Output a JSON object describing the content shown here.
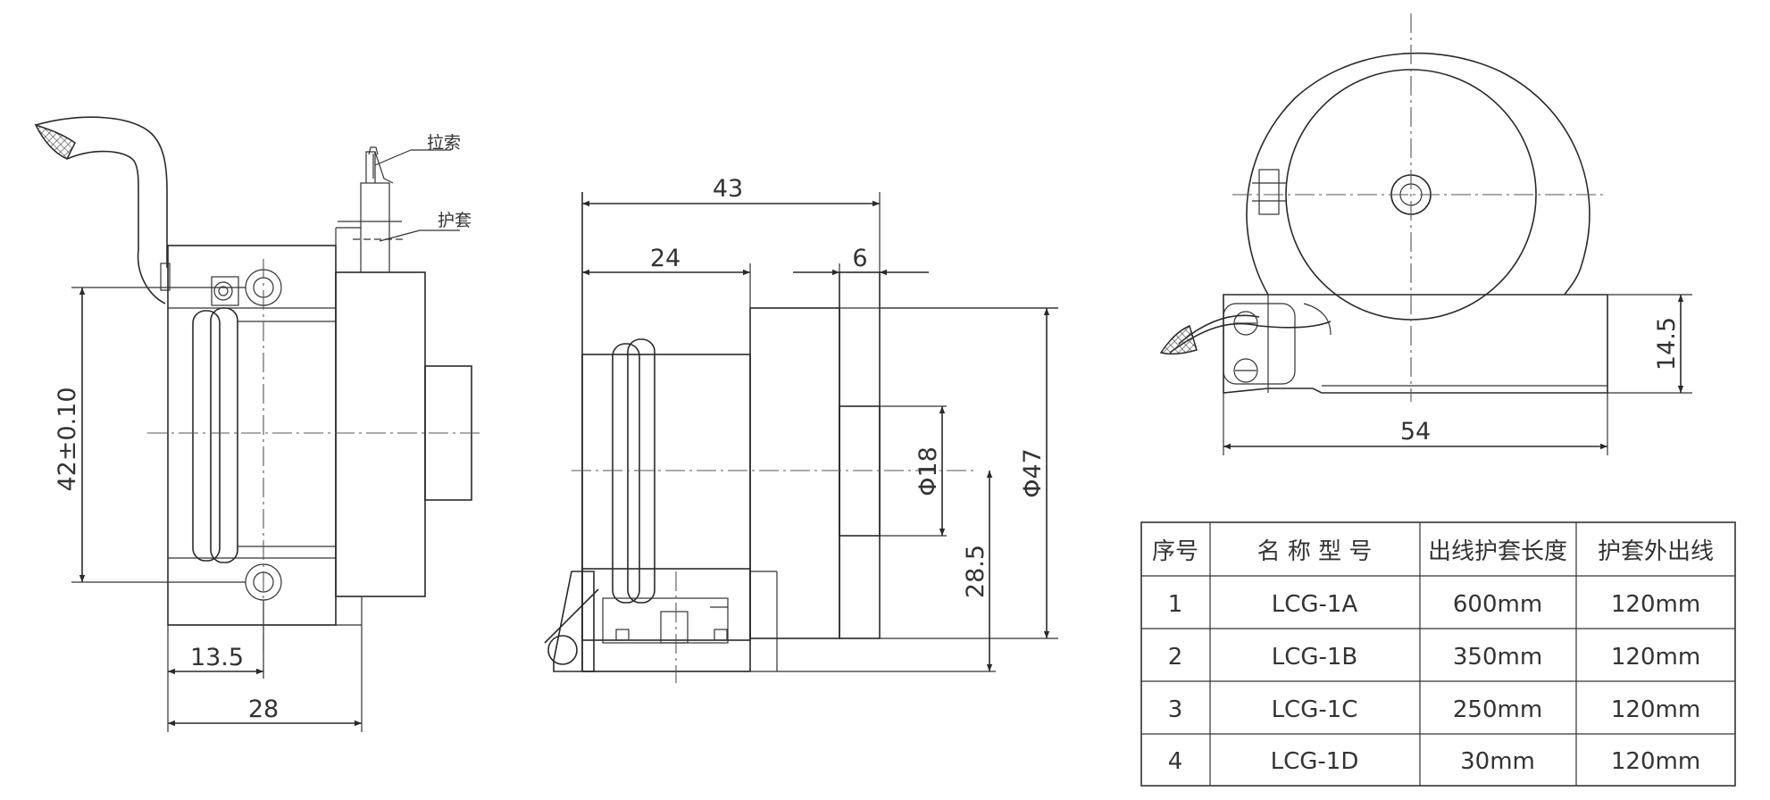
{
  "side_view": {
    "label_cable": "拉索",
    "label_sheath": "护套",
    "dim_height": "42±0.10",
    "dim_offset": "13.5",
    "dim_width": "28"
  },
  "section_view": {
    "dim_total": "43",
    "dim_front": "24",
    "dim_flange": "6",
    "dim_hub": "Φ18",
    "dim_body": "Φ47",
    "dim_center": "28.5"
  },
  "front_view": {
    "dim_base_height": "14.5",
    "dim_base_width": "54"
  },
  "table": {
    "headers": [
      "序号",
      "名 称 型 号",
      "出线护套长度",
      "护套外出线"
    ],
    "rows": [
      [
        "1",
        "LCG-1A",
        "600mm",
        "120mm"
      ],
      [
        "2",
        "LCG-1B",
        "350mm",
        "120mm"
      ],
      [
        "3",
        "LCG-1C",
        "250mm",
        "120mm"
      ],
      [
        "4",
        "LCG-1D",
        "30mm",
        "120mm"
      ]
    ]
  }
}
